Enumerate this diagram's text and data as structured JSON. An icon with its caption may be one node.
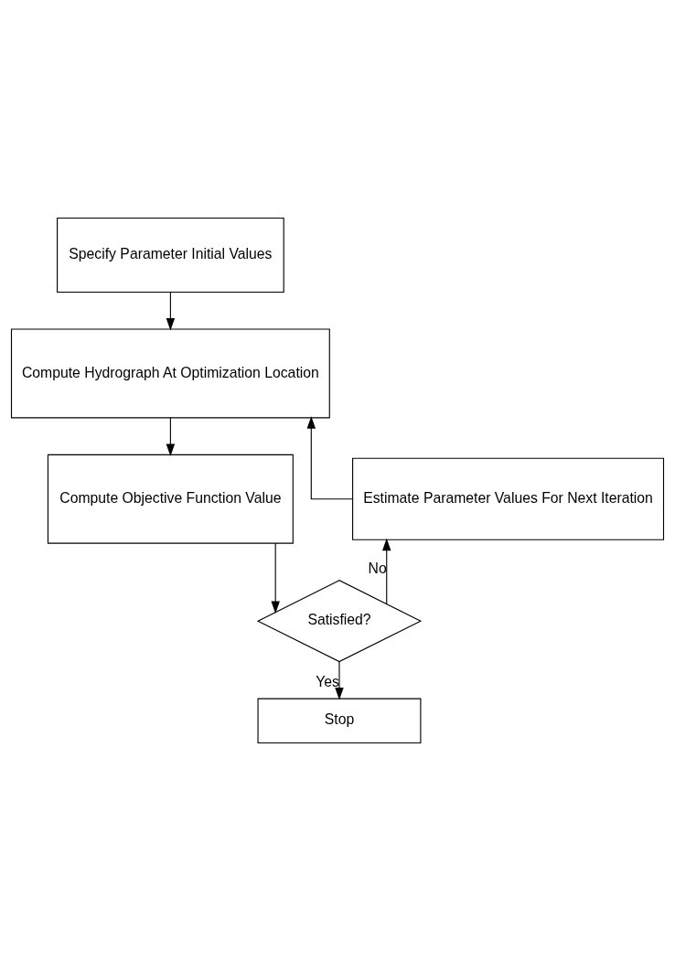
{
  "diagram": {
    "nodes": [
      {
        "text": [
          "Specify Parameter Initial Values"
        ]
      },
      {
        "text": [
          "Compute Hydrograph At Optimization Location"
        ]
      },
      {
        "text": [
          "Compute Objective Function Value"
        ]
      },
      {
        "text": [
          "Satisfied?"
        ]
      },
      {
        "text": [
          "Stop"
        ]
      },
      {
        "text": [
          "Estimate Parameter Values For Next Iteration"
        ]
      }
    ],
    "edges": [
      {
        "from": 0,
        "to": 1,
        "arrow": "to"
      },
      {
        "from": 1,
        "to": 2,
        "arrow": "to"
      },
      {
        "from": 2,
        "to": 3,
        "arrow": "to"
      },
      {
        "from": 3,
        "to": 4,
        "arrow": "to",
        "label": "Yes"
      },
      {
        "from": 3,
        "to": 5,
        "arrow": "to",
        "label": "No"
      },
      {
        "from": 5,
        "to": 1,
        "arrow": "to"
      }
    ]
  }
}
